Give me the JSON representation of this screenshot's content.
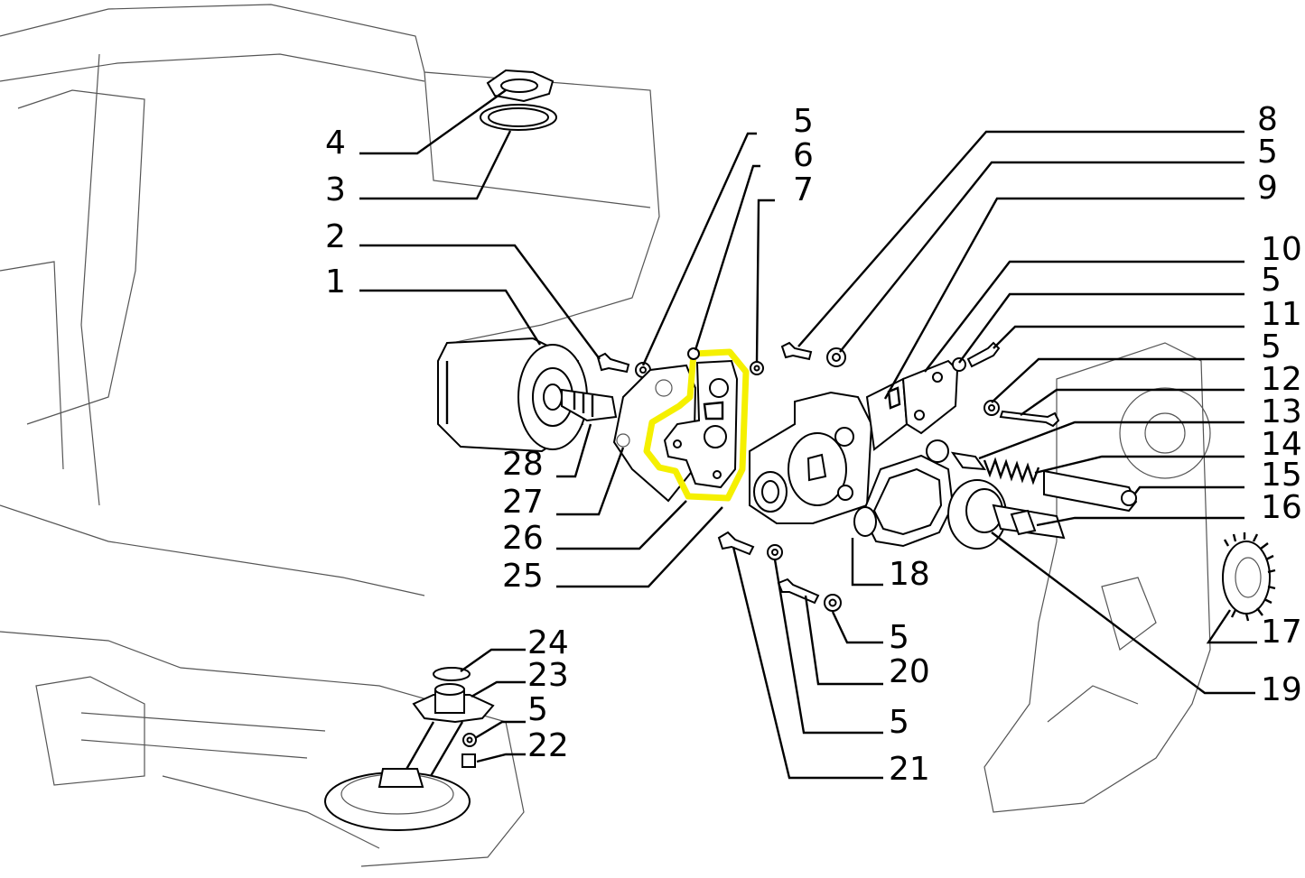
{
  "diagram": {
    "kind": "exploded-parts-diagram",
    "subject": "engine oil pump assembly",
    "highlight_color": "#f5f000",
    "line_color": "#000000",
    "callouts_left": [
      "4",
      "3",
      "2",
      "1",
      "28",
      "27",
      "26",
      "25"
    ],
    "callouts_bottom_left": [
      "24",
      "23",
      "5",
      "22"
    ],
    "callouts_top_mid": [
      "5",
      "6",
      "7"
    ],
    "callouts_right": [
      "8",
      "5",
      "9",
      "10",
      "5",
      "11",
      "5",
      "12",
      "13",
      "14",
      "15",
      "16",
      "17",
      "19"
    ],
    "callouts_bottom_mid": [
      "18",
      "5",
      "20",
      "5",
      "21"
    ]
  }
}
